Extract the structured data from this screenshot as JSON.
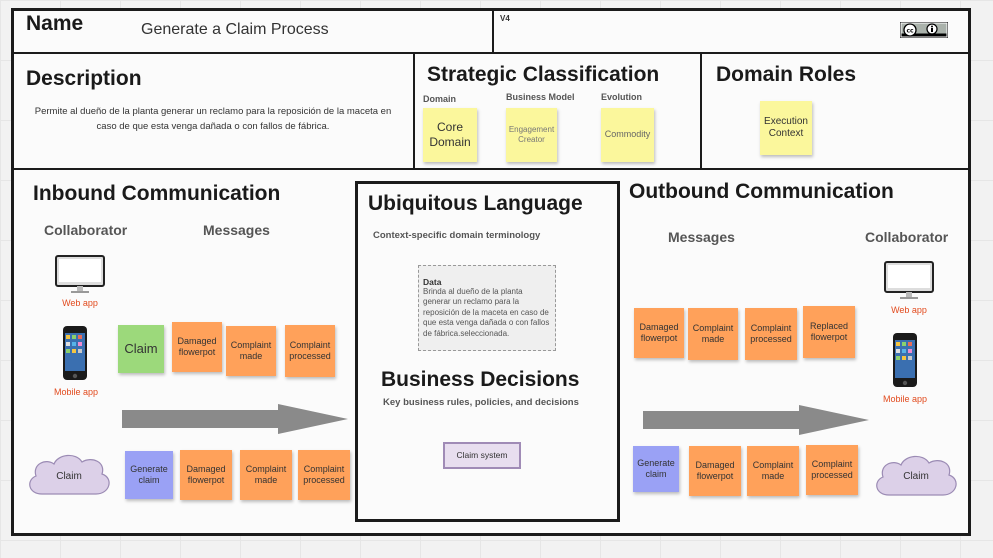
{
  "header": {
    "name_label": "Name",
    "name_value": "Generate a Claim Process",
    "version": "V4",
    "license_icon": "cc-by-icon"
  },
  "description": {
    "title": "Description",
    "text": "Permite al dueño de la planta generar un reclamo para la reposición de la maceta en caso de que esta venga dañada o con fallos de fábrica."
  },
  "strategic": {
    "title": "Strategic Classification",
    "domain_label": "Domain",
    "business_model_label": "Business Model",
    "evolution_label": "Evolution",
    "domain_note": "Core Domain",
    "business_model_note": "Engagement Creator",
    "evolution_note": "Commodity"
  },
  "domain_roles": {
    "title": "Domain Roles",
    "note": "Execution Context"
  },
  "inbound": {
    "title": "Inbound Communication",
    "collaborator_label": "Collaborator",
    "messages_label": "Messages",
    "web_app": "Web app",
    "mobile_app": "Mobile app",
    "cloud": "Claim",
    "row1": [
      "Claim",
      "Damaged flowerpot",
      "Complaint made",
      "Complaint processed"
    ],
    "row2": [
      "Generate claim",
      "Damaged flowerpot",
      "Complaint made",
      "Complaint processed"
    ]
  },
  "ubiquitous": {
    "title": "Ubiquitous Language",
    "subtitle": "Context-specific domain terminology",
    "data_title": "Data",
    "data_text": "Brinda al dueño de la planta generar un reclamo para la reposición de la maceta en caso de que esta venga dañada o con fallos de fábrica.seleccionada."
  },
  "business_decisions": {
    "title": "Business Decisions",
    "subtitle": "Key business rules, policies, and decisions",
    "claim_system": "Claim system"
  },
  "outbound": {
    "title": "Outbound Communication",
    "messages_label": "Messages",
    "collaborator_label": "Collaborator",
    "web_app": "Web app",
    "mobile_app": "Mobile app",
    "cloud": "Claim",
    "row1": [
      "Damaged flowerpot",
      "Complaint made",
      "Complaint processed",
      "Replaced flowerpot"
    ],
    "row2": [
      "Generate claim",
      "Damaged flowerpot",
      "Complaint made",
      "Complaint processed"
    ]
  },
  "colors": {
    "orange": "#ffa15a",
    "yellow": "#fbf79c",
    "green": "#9cd97b",
    "blue": "#9aa1f5",
    "cloud": "#dcd0e8",
    "red_label": "#e24b1e"
  }
}
